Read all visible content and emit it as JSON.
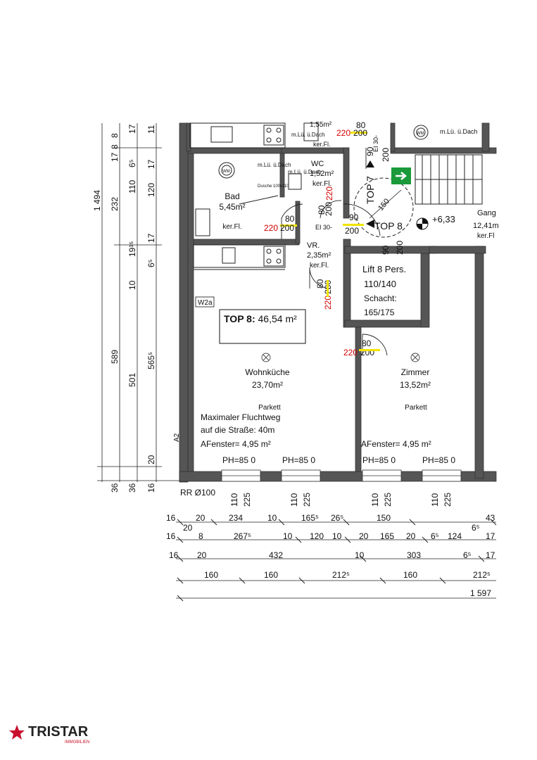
{
  "unit": {
    "title": "TOP 8",
    "area": "46,54 m²"
  },
  "rooms": {
    "wohnkueche": {
      "name": "Wohnküche",
      "area": "23,70m²",
      "floor": "Parkett"
    },
    "zimmer": {
      "name": "Zimmer",
      "area": "13,52m²",
      "floor": "Parkett"
    },
    "bad": {
      "name": "Bad",
      "area": "5,45m²",
      "floor": "ker.Fl.",
      "vent": "m.Lü. ü.Dach",
      "shower": "Dusche 100x110"
    },
    "wc": {
      "name": "WC",
      "area": "1,52m²",
      "floor": "ker.Fl.",
      "vent": "m.Lü. ü.Dach"
    },
    "vr": {
      "name": "VR.",
      "area": "2,35m²",
      "floor": "ker.Fl."
    },
    "gang": {
      "name": "Gang",
      "area": "12,41m",
      "floor": "ker.Fl"
    },
    "top_wc": {
      "area": "1,55m²",
      "vent": "m.Lü. ü.Dach",
      "floor": "ker.Fl."
    },
    "top_right": {
      "vent": "m.Lü. ü.Dach"
    }
  },
  "labels": {
    "wm": "WM",
    "lift_line1": "Lift 8 Pers.",
    "lift_line2": "110/140",
    "lift_line3": "Schacht:",
    "lift_line4": "165/175",
    "top7": "TOP 7",
    "top8_door": "TOP 8",
    "level": "+6,33",
    "radius": "150",
    "fluchtweg_1": "Maximaler Fluchtweg",
    "fluchtweg_2": "auf die Straße: 40m",
    "afenster_left": "AFenster= 4,95 m²",
    "afenster_right": "AFenster= 4,95 m²",
    "ph": "PH=85 0",
    "rr": "RR Ø100",
    "w2a": "W2a",
    "a2": "A2",
    "ei30": "EI 30-",
    "ei30b": "EI 30-"
  },
  "door_dims": {
    "d80": "80",
    "d90": "90",
    "d220": "220",
    "d200": "200",
    "d110": "110",
    "d225": "225"
  },
  "dims_left": {
    "total": "1 494",
    "col1": [
      "8",
      "17",
      "8",
      "232",
      "589",
      "36"
    ],
    "col2": [
      "17",
      "6⁵",
      "110",
      "19¹⁵",
      "10",
      "501",
      "36"
    ],
    "col3": [
      "11",
      "17",
      "120",
      "17",
      "6⁵",
      "565⁵",
      "20",
      "16"
    ]
  },
  "dims_bottom": {
    "row1": [
      "16",
      "20",
      "234",
      "10",
      "165⁵",
      "26⁵",
      "150",
      "43",
      "20",
      "6⁵"
    ],
    "row2": [
      "16",
      "8",
      "267⁵",
      "10",
      "120",
      "10",
      "20",
      "165",
      "20",
      "6⁵",
      "124",
      "17"
    ],
    "row3": [
      "16",
      "20",
      "432",
      "10",
      "303",
      "6⁵",
      "17"
    ],
    "row4": [
      "160",
      "160",
      "212⁵",
      "160",
      "212⁵"
    ],
    "row5": [
      "1 597"
    ]
  },
  "logo": {
    "brand": "TRISTAR",
    "sub": "IMMOBILIEN",
    "accent": "#c8102e"
  }
}
